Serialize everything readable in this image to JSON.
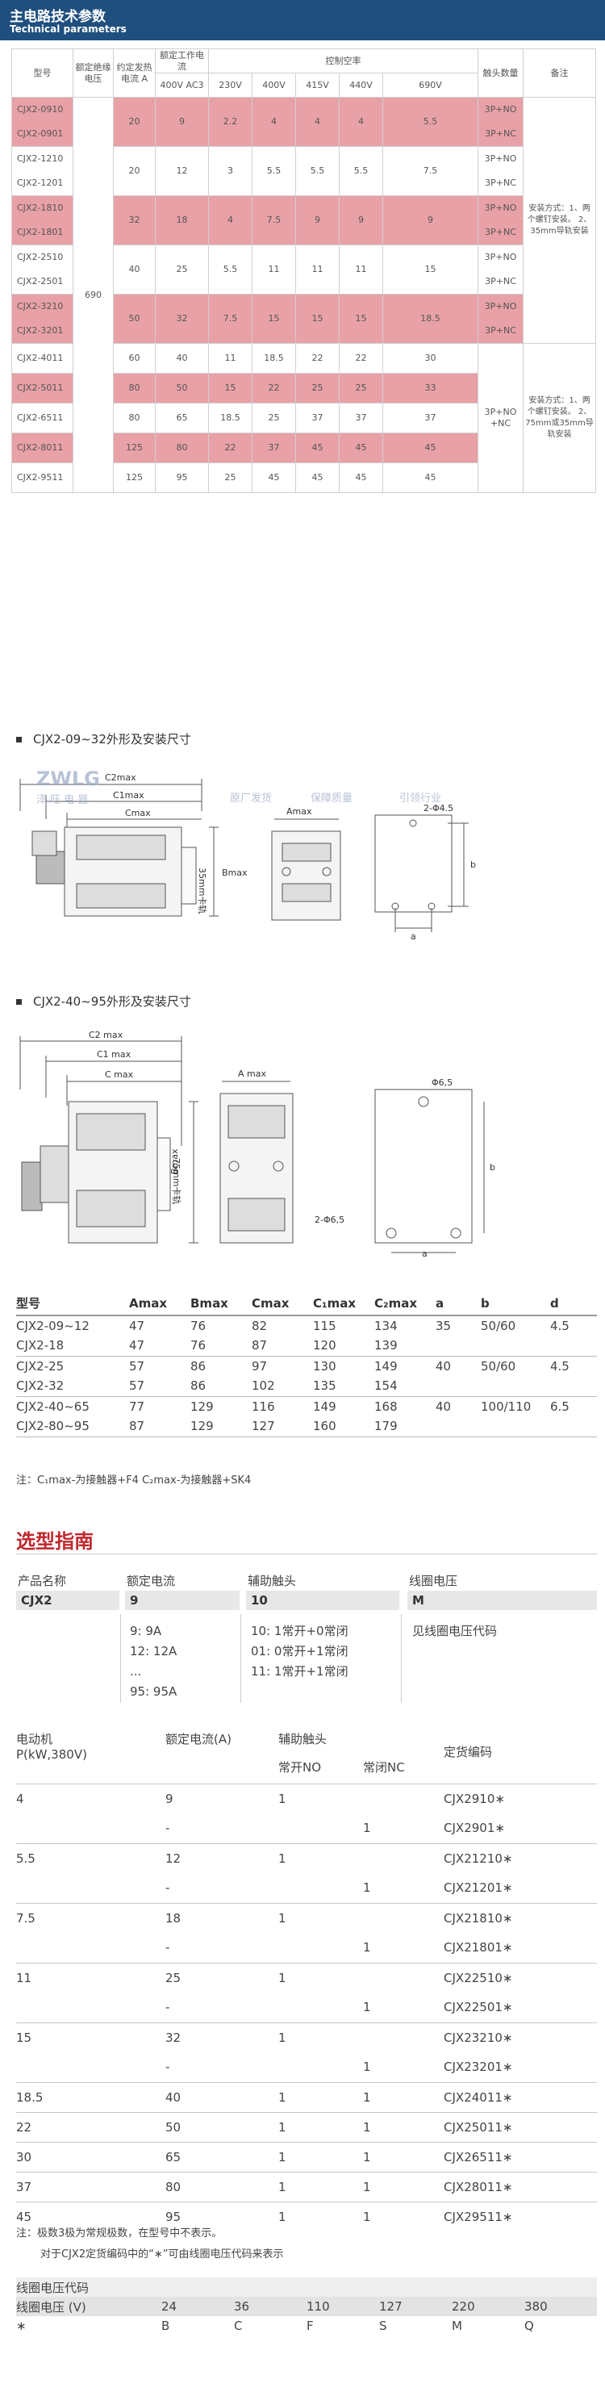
{
  "header": {
    "title_cn": "主电路技术参数",
    "title_en": "Technical parameters"
  },
  "spec": {
    "headers": {
      "model": "型号",
      "insulation": "额定绝缘电压",
      "thermal": "约定发热电流 A",
      "work_current": "额定工作电流",
      "ac3": "400V AC3",
      "control": "控制空率",
      "v230": "230V",
      "v400": "400V",
      "v415": "415V",
      "v440": "440V",
      "v690": "690V",
      "contacts": "触头数量",
      "remark": "备注"
    },
    "insulation_value": "690",
    "rows": [
      {
        "m1": "CJX2-0910",
        "m2": "CJX2-0901",
        "th": "20",
        "ac3": "9",
        "a": "2.2",
        "b": "4",
        "c": "4",
        "d": "4",
        "e": "5.5",
        "c1": "3P+NO",
        "c2": "3P+NC",
        "pink": true
      },
      {
        "m1": "CJX2-1210",
        "m2": "CJX2-1201",
        "th": "20",
        "ac3": "12",
        "a": "3",
        "b": "5.5",
        "c": "5.5",
        "d": "5.5",
        "e": "7.5",
        "c1": "3P+NO",
        "c2": "3P+NC",
        "pink": false
      },
      {
        "m1": "CJX2-1810",
        "m2": "CJX2-1801",
        "th": "32",
        "ac3": "18",
        "a": "4",
        "b": "7.5",
        "c": "9",
        "d": "9",
        "e": "9",
        "c1": "3P+NO",
        "c2": "3P+NC",
        "pink": true
      },
      {
        "m1": "CJX2-2510",
        "m2": "CJX2-2501",
        "th": "40",
        "ac3": "25",
        "a": "5.5",
        "b": "11",
        "c": "11",
        "d": "11",
        "e": "15",
        "c1": "3P+NO",
        "c2": "3P+NC",
        "pink": false
      },
      {
        "m1": "CJX2-3210",
        "m2": "CJX2-3201",
        "th": "50",
        "ac3": "32",
        "a": "7.5",
        "b": "15",
        "c": "15",
        "d": "15",
        "e": "18.5",
        "c1": "3P+NO",
        "c2": "3P+NC",
        "pink": true
      }
    ],
    "rows2": [
      {
        "m": "CJX2-4011",
        "th": "60",
        "ac3": "40",
        "a": "11",
        "b": "18.5",
        "c": "22",
        "d": "22",
        "e": "30",
        "pink": false
      },
      {
        "m": "CJX2-5011",
        "th": "80",
        "ac3": "50",
        "a": "15",
        "b": "22",
        "c": "25",
        "d": "25",
        "e": "33",
        "pink": true
      },
      {
        "m": "CJX2-6511",
        "th": "80",
        "ac3": "65",
        "a": "18.5",
        "b": "25",
        "c": "37",
        "d": "37",
        "e": "37",
        "pink": false
      },
      {
        "m": "CJX2-8011",
        "th": "125",
        "ac3": "80",
        "a": "22",
        "b": "37",
        "c": "45",
        "d": "45",
        "e": "45",
        "pink": true
      },
      {
        "m": "CJX2-9511",
        "th": "125",
        "ac3": "95",
        "a": "25",
        "b": "45",
        "c": "45",
        "d": "45",
        "e": "45",
        "pink": false
      }
    ],
    "contacts_big": "3P+NO\n+NC",
    "remark1": "安装方式：1、两个螺钉安装。 2、35mm导轨安装",
    "remark2": "安装方式：1、两个螺钉安装。 2、75mm或35mm导轨安装"
  },
  "drawing1": {
    "title": "CJX2-09~32外形及安装尺寸",
    "labels": {
      "c2": "C2max",
      "c1": "C1max",
      "c": "Cmax",
      "a": "Amax",
      "b": "Bmax",
      "mm": "35mm卡轨",
      "hole": "2-Φ4.5",
      "ab": "a",
      "bb": "b"
    },
    "watermark": [
      "ZWLG",
      "泽 旺 电 器",
      "原厂发货",
      "保障质量",
      "引领行业"
    ]
  },
  "drawing2": {
    "title": "CJX2-40~95外形及安装尺寸",
    "labels": {
      "c2": "C2 max",
      "c1": "C1 max",
      "c": "C max",
      "a": "A max",
      "b": "Bmax",
      "mm": "75mm卡轨",
      "hole1": "Φ6,5",
      "hole2": "2-Φ6,5",
      "ab": "a",
      "bb": "b"
    }
  },
  "dims": {
    "headers": [
      "型号",
      "Amax",
      "Bmax",
      "Cmax",
      "C₁max",
      "C₂max",
      "a",
      "b",
      "d"
    ],
    "rows": [
      [
        "CJX2-09~12",
        "47",
        "76",
        "82",
        "115",
        "134",
        "35",
        "50/60",
        "4.5"
      ],
      [
        "CJX2-18",
        "47",
        "76",
        "87",
        "120",
        "139",
        "",
        "",
        ""
      ],
      [
        "CJX2-25",
        "57",
        "86",
        "97",
        "130",
        "149",
        "40",
        "50/60",
        "4.5"
      ],
      [
        "CJX2-32",
        "57",
        "86",
        "102",
        "135",
        "154",
        "",
        "",
        ""
      ],
      [
        "CJX2-40~65",
        "77",
        "129",
        "116",
        "149",
        "168",
        "40",
        "100/110",
        "6.5"
      ],
      [
        "CJX2-80~95",
        "87",
        "129",
        "127",
        "160",
        "179",
        "",
        "",
        ""
      ]
    ],
    "note": "注：C₁max-为接触器+F4    C₂max-为接触器+SK4"
  },
  "guide": {
    "title": "选型指南",
    "columns": [
      {
        "label": "产品名称",
        "value": "CJX2",
        "lines": []
      },
      {
        "label": "额定电流",
        "value": "9",
        "lines": [
          "9: 9A",
          "12: 12A",
          "...",
          "95: 95A"
        ]
      },
      {
        "label": "辅助触头",
        "value": "10",
        "lines": [
          "10: 1常开+0常闭",
          "01: 0常开+1常闭",
          "11: 1常开+1常闭"
        ]
      },
      {
        "label": "线圈电压",
        "value": "M",
        "lines": [
          "见线圈电压代码"
        ]
      }
    ]
  },
  "order": {
    "h_motor": "电动机",
    "h_motor2": "P(kW,380V)",
    "h_current": "额定电流(A)",
    "h_aux": "辅助触头",
    "h_no": "常开NO",
    "h_nc": "常闭NC",
    "h_code": "定货编码",
    "rows": [
      [
        "4",
        "9",
        "1",
        "",
        "CJX2910∗"
      ],
      [
        "",
        "-",
        "",
        "1",
        "CJX2901∗"
      ],
      [
        "5.5",
        "12",
        "1",
        "",
        "CJX21210∗"
      ],
      [
        "",
        "-",
        "",
        "1",
        "CJX21201∗"
      ],
      [
        "7.5",
        "18",
        "1",
        "",
        "CJX21810∗"
      ],
      [
        "",
        "-",
        "",
        "1",
        "CJX21801∗"
      ],
      [
        "11",
        "25",
        "1",
        "",
        "CJX22510∗"
      ],
      [
        "",
        "-",
        "",
        "1",
        "CJX22501∗"
      ],
      [
        "15",
        "32",
        "1",
        "",
        "CJX23210∗"
      ],
      [
        "",
        "-",
        "",
        "1",
        "CJX23201∗"
      ],
      [
        "18.5",
        "40",
        "1",
        "1",
        "CJX24011∗"
      ],
      [
        "22",
        "50",
        "1",
        "1",
        "CJX25011∗"
      ],
      [
        "30",
        "65",
        "1",
        "1",
        "CJX26511∗"
      ],
      [
        "37",
        "80",
        "1",
        "1",
        "CJX28011∗"
      ],
      [
        "45",
        "95",
        "1",
        "1",
        "CJX29511∗"
      ]
    ],
    "note1": "注：极数3极为常规极数，在型号中不表示。",
    "note2": "对于CJX2定货编码中的“∗”可由线圈电压代码来表示"
  },
  "coil": {
    "title": "线圈电压代码",
    "label_row": [
      "线圈电压 (V)",
      "24",
      "36",
      "110",
      "127",
      "220",
      "380"
    ],
    "code_row": [
      "∗",
      "B",
      "C",
      "F",
      "S",
      "M",
      "Q"
    ]
  }
}
